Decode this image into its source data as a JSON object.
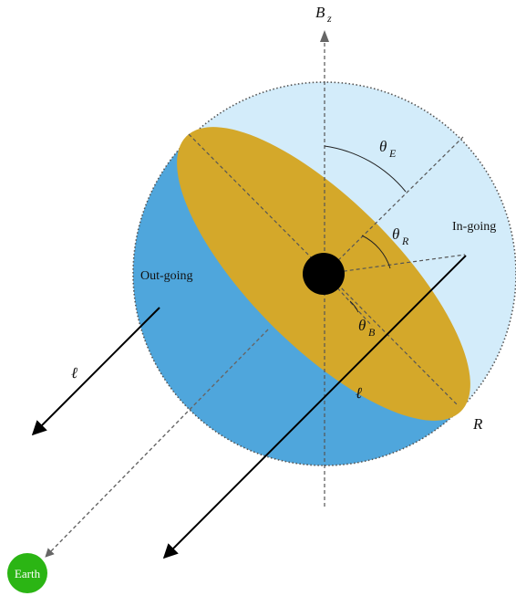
{
  "diagram": {
    "axis_label": "B",
    "axis_label_sub": "z",
    "theta_e_label": "θ",
    "theta_e_sub": "E",
    "theta_r_label": "θ",
    "theta_r_sub": "R",
    "theta_b_label": "θ",
    "theta_b_sub": "B",
    "ingoing_label": "In-going",
    "outgoing_label": "Out-going",
    "ell_left": "ℓ",
    "ell_mid": "ℓ",
    "radius_label": "R",
    "earth_label": "Earth"
  },
  "colors": {
    "ingoing_region": "#d3ecfa",
    "outgoing_region": "#4fa6dc",
    "disk": "#d4a82a",
    "central_object": "#000000",
    "earth": "#2bb514",
    "dashed_lines": "#555555"
  }
}
